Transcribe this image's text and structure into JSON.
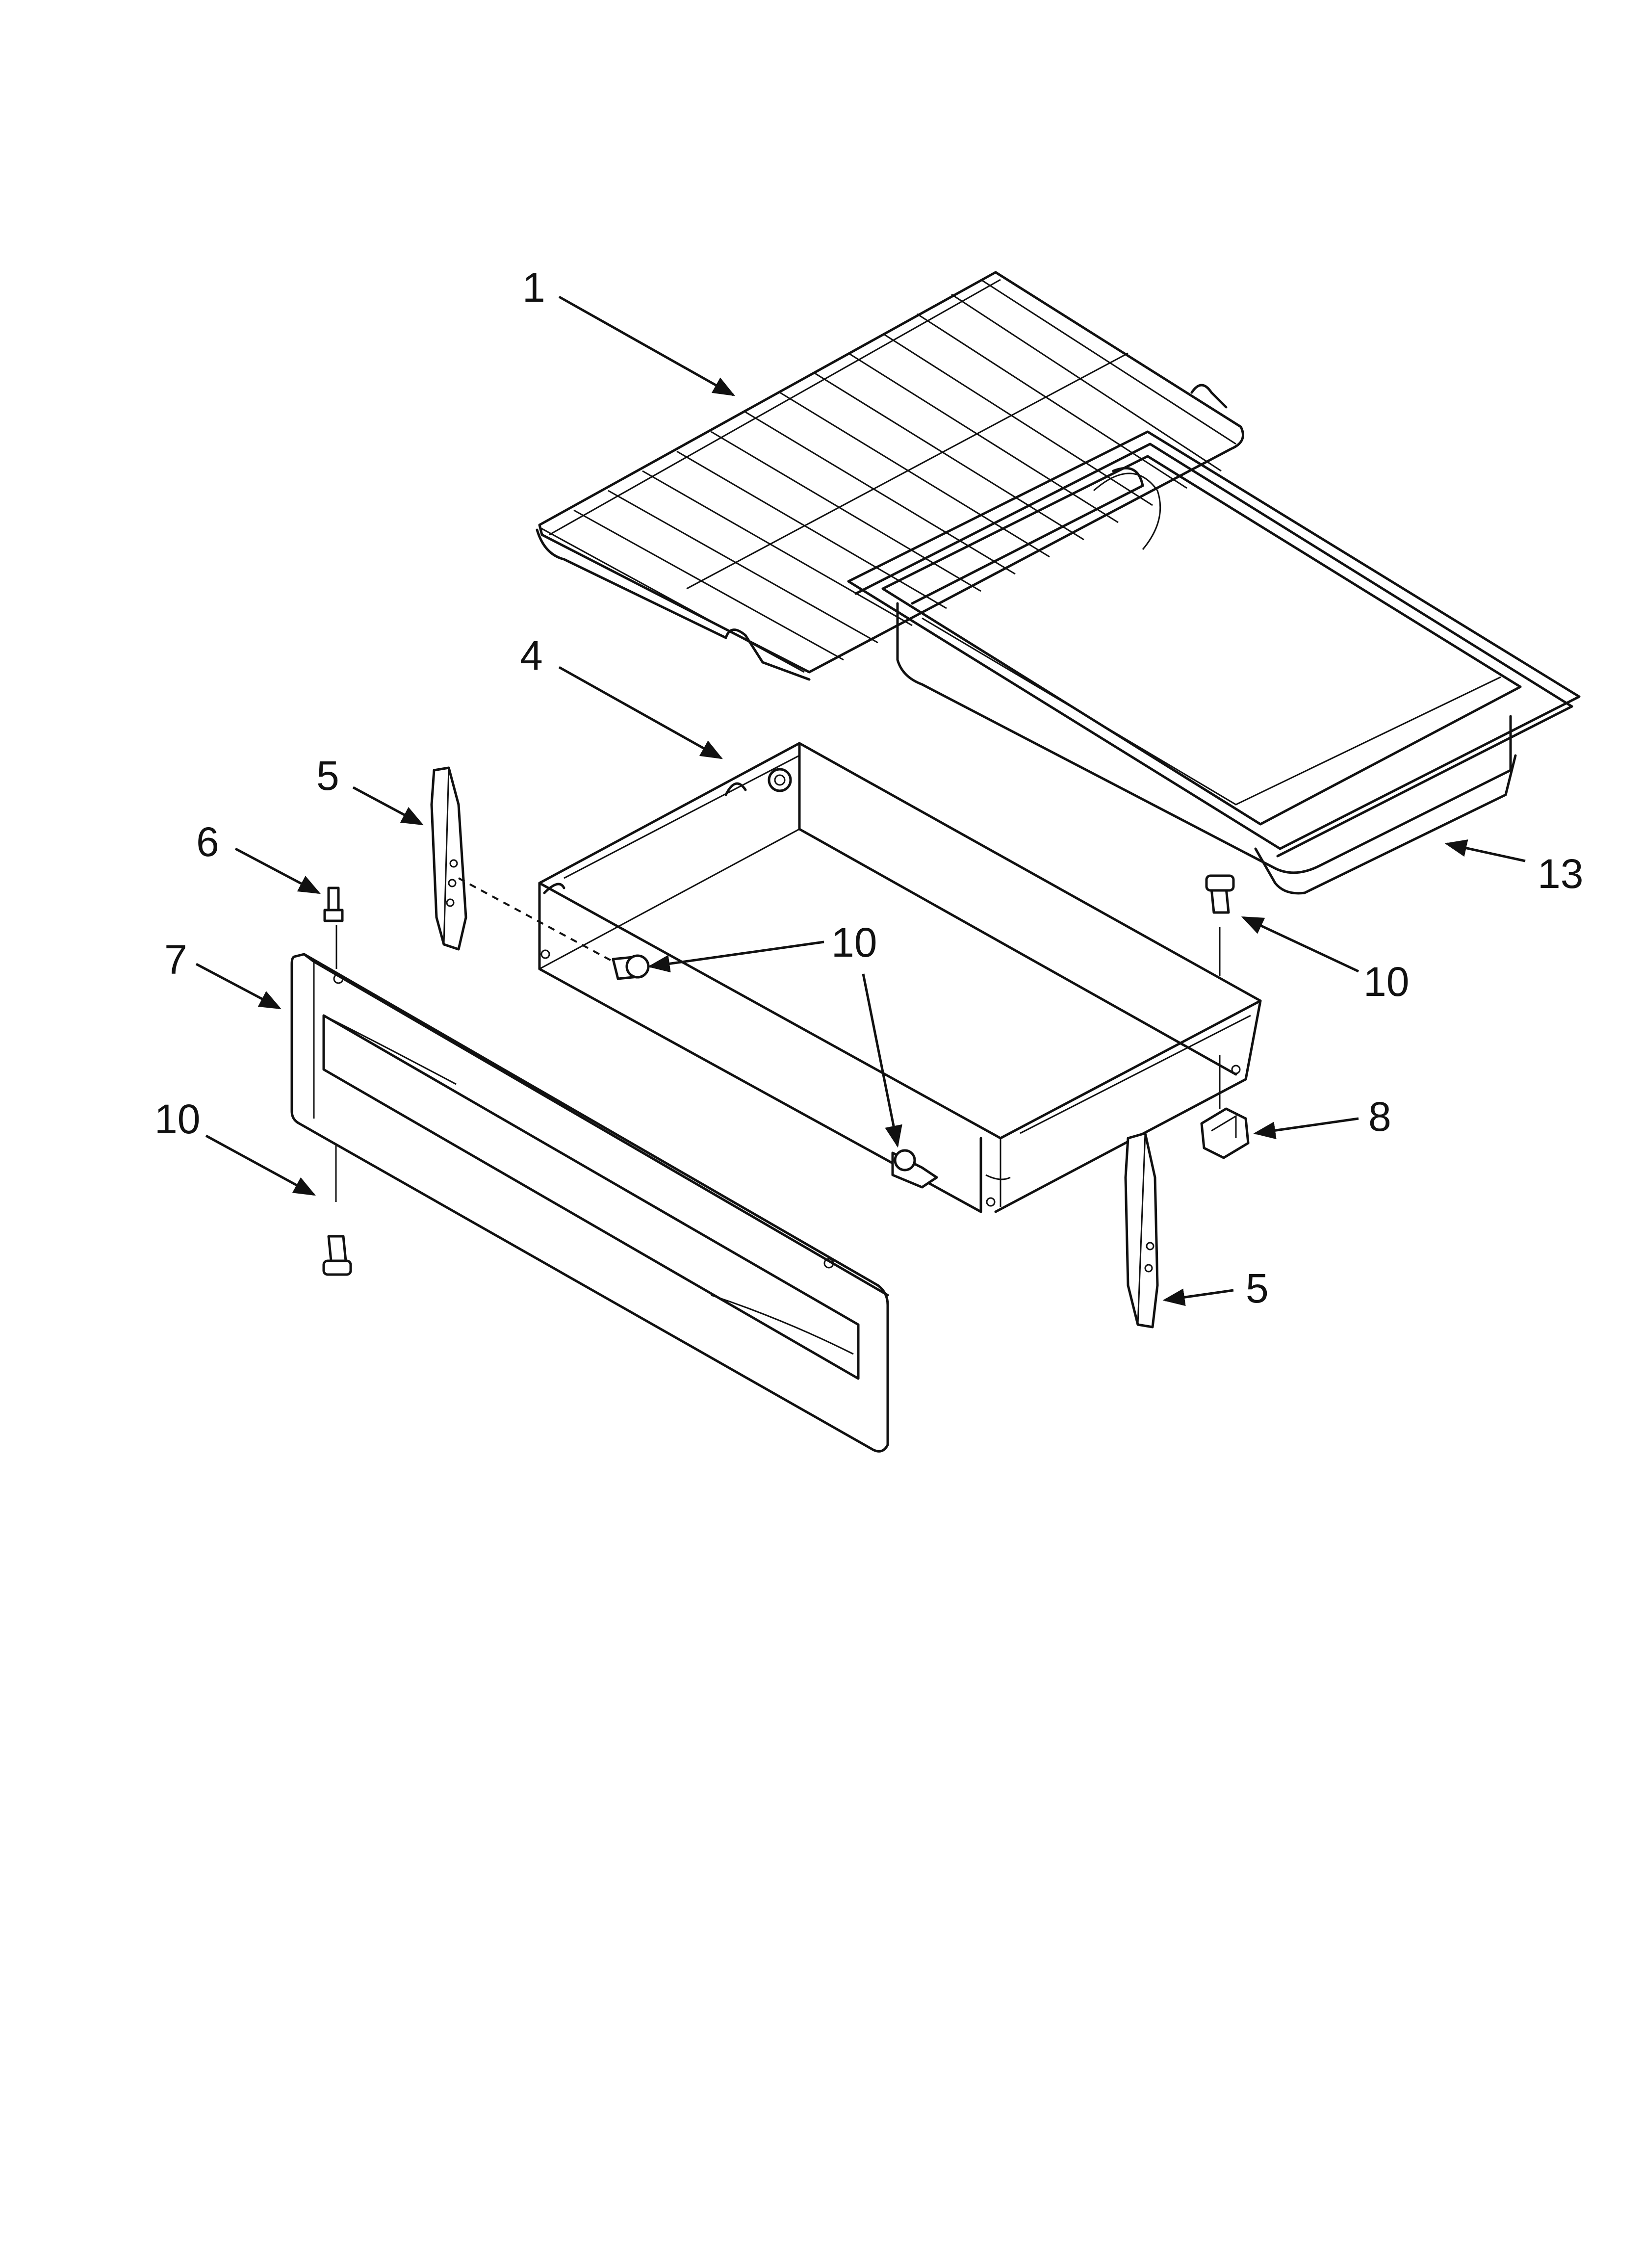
{
  "colors": {
    "ink": "#111111",
    "paper": "#ffffff"
  },
  "callouts": [
    {
      "id": "c1",
      "text": "1"
    },
    {
      "id": "c4",
      "text": "4"
    },
    {
      "id": "c5a",
      "text": "5"
    },
    {
      "id": "c6",
      "text": "6"
    },
    {
      "id": "c7",
      "text": "7"
    },
    {
      "id": "c10a",
      "text": "10"
    },
    {
      "id": "c10b",
      "text": "10"
    },
    {
      "id": "c10c",
      "text": "10"
    },
    {
      "id": "c13",
      "text": "13"
    },
    {
      "id": "c8",
      "text": "8"
    },
    {
      "id": "c5b",
      "text": "5"
    }
  ]
}
